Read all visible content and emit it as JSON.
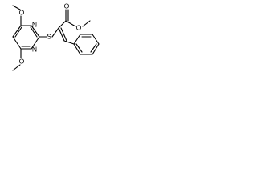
{
  "molecule": {
    "atoms": {
      "o_top": "O",
      "o_bottom": "O",
      "n_upper": "N",
      "n_lower": "N",
      "s_linker": "S",
      "o_carbonyl": "O",
      "o_ester": "O"
    },
    "colors": {
      "bond": "#000000",
      "label": "#000000",
      "background": "#ffffff"
    }
  }
}
